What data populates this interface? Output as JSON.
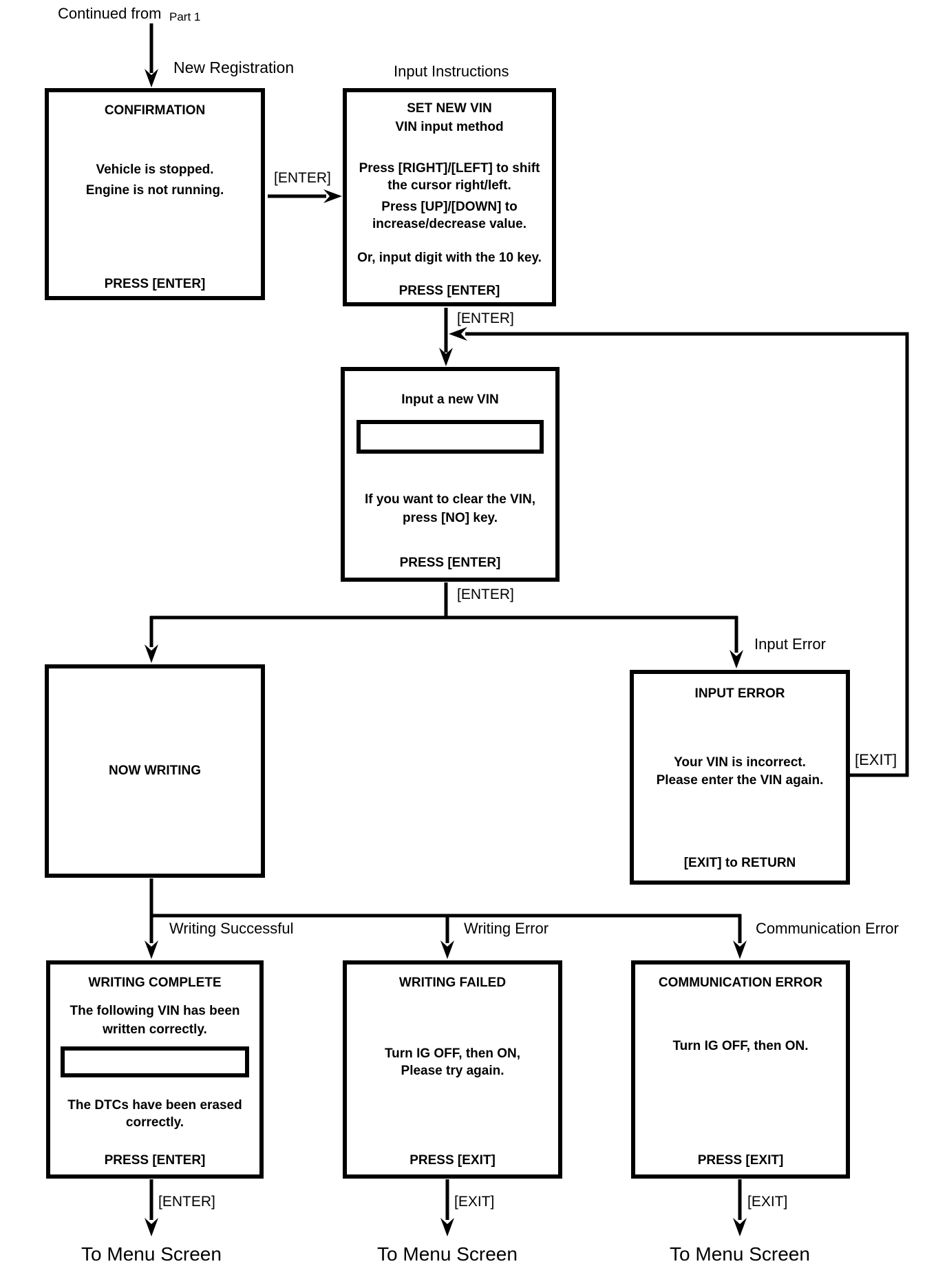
{
  "header": {
    "continued_from": "Continued from",
    "part": "Part 1"
  },
  "flow_labels": {
    "new_registration": "New Registration",
    "input_instructions": "Input Instructions",
    "enter_confirm_to_instructions": "[ENTER]",
    "enter_instructions_to_input": "[ENTER]",
    "enter_input_to_branch": "[ENTER]",
    "input_error": "Input Error",
    "exit_return": "[EXIT]",
    "writing_successful": "Writing Successful",
    "writing_error": "Writing Error",
    "communication_error": "Communication Error",
    "enter_complete_to_menu": "[ENTER]",
    "exit_failed_to_menu": "[EXIT]",
    "exit_comm_to_menu": "[EXIT]",
    "to_menu_screen_1": "To Menu Screen",
    "to_menu_screen_2": "To Menu Screen",
    "to_menu_screen_3": "To Menu Screen"
  },
  "screens": {
    "confirmation": {
      "title": "CONFIRMATION",
      "body1": "Vehicle is stopped.",
      "body2": "Engine is not running.",
      "footer": "PRESS [ENTER]"
    },
    "set_new_vin": {
      "heading1": "SET NEW VIN",
      "heading2": "VIN input method",
      "body1": "Press [RIGHT]/[LEFT] to shift",
      "body2": "the cursor right/left.",
      "body3": "Press [UP]/[DOWN] to",
      "body4": "increase/decrease value.",
      "body5": "Or, input digit with the 10 key.",
      "footer": "PRESS [ENTER]"
    },
    "input_new_vin": {
      "title": "Input a new VIN",
      "field_value": "",
      "body1": "If you want to clear the VIN,",
      "body2": "press [NO] key.",
      "footer": "PRESS [ENTER]"
    },
    "now_writing": {
      "title": "NOW WRITING"
    },
    "input_error": {
      "title": "INPUT ERROR",
      "body1": "Your VIN is incorrect.",
      "body2": "Please enter the VIN again.",
      "footer": "[EXIT] to RETURN"
    },
    "writing_complete": {
      "title": "WRITING COMPLETE",
      "body1": "The following VIN has been",
      "body2": "written correctly.",
      "field_value": "",
      "body3": "The DTCs have been erased",
      "body4": "correctly.",
      "footer": "PRESS [ENTER]"
    },
    "writing_failed": {
      "title": "WRITING FAILED",
      "body1": "Turn IG OFF, then ON,",
      "body2": "Please try again.",
      "footer": "PRESS [EXIT]"
    },
    "communication_error": {
      "title": "COMMUNICATION ERROR",
      "body1": "Turn IG OFF, then ON.",
      "footer": "PRESS [EXIT]"
    }
  },
  "colors": {
    "line": "#000000",
    "background": "#ffffff"
  }
}
